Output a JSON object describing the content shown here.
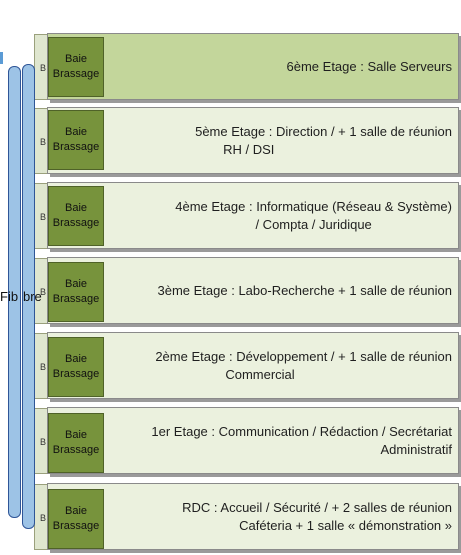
{
  "rack_label": [
    "Baie",
    "Brassage"
  ],
  "backing_mark": "B",
  "fiber_label_left": "Fib",
  "fiber_label_right": "bre",
  "floors": [
    {
      "lines": [
        "6ème Etage : Salle Serveurs"
      ]
    },
    {
      "lines": [
        "5ème Etage : Direction /   +   1 salle de réunion",
        "RH / DSI"
      ]
    },
    {
      "lines": [
        "4ème Etage : Informatique (Réseau & Système)",
        "/ Compta / Juridique"
      ]
    },
    {
      "lines": [
        "3ème Etage : Labo-Recherche    +   1 salle de réunion"
      ]
    },
    {
      "lines": [
        "2ème Etage : Développement  /  + 1 salle de réunion",
        "Commercial"
      ]
    },
    {
      "lines": [
        "1er Etage : Communication / Rédaction / Secrétariat",
        "Administratif"
      ]
    },
    {
      "lines": [
        "RDC : Accueil /  Sécurité /    +    2 salles de réunion",
        "Caféteria       +    1 salle « démonstration »"
      ]
    }
  ],
  "colors": {
    "top_floor": "#c3d69b",
    "floor": "#ebf1de",
    "baie": "#77933c",
    "fiber": "#9dc3e6"
  }
}
